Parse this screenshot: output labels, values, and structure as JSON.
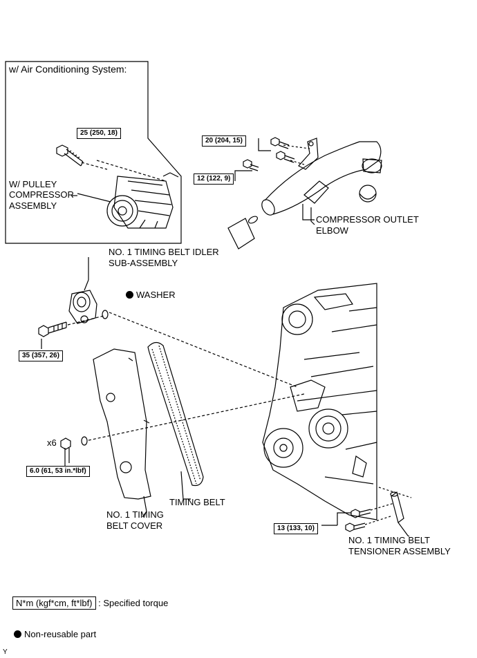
{
  "inset": {
    "title": "w/ Air Conditioning System:"
  },
  "torques": {
    "compressor_bolt": "25 (250, 18)",
    "outlet_bolt_a": "20 (204, 15)",
    "outlet_bolt_b": "12 (122, 9)",
    "idler_bolt": "35 (357, 26)",
    "cover_bolt": "6.0 (61, 53 in.*lbf)",
    "tensioner_bolt": "13 (133, 10)"
  },
  "labels": {
    "compressor_line1": "W/ PULLEY",
    "compressor_line2": "COMPRESSOR",
    "compressor_line3": "ASSEMBLY",
    "outlet_line1": "COMPRESSOR OUTLET",
    "outlet_line2": "ELBOW",
    "idler_line1": "NO. 1 TIMING BELT IDLER",
    "idler_line2": "SUB-ASSEMBLY",
    "washer": "WASHER",
    "qty": "x6",
    "timing_belt": "TIMING BELT",
    "cover_line1": "NO. 1 TIMING",
    "cover_line2": "BELT COVER",
    "tensioner_line1": "NO. 1 TIMING BELT",
    "tensioner_line2": "TENSIONER ASSEMBLY"
  },
  "legend": {
    "torque_box": "N*m (kgf*cm, ft*lbf)",
    "torque_text": ": Specified torque",
    "nonreusable_text": "Non-reusable part"
  },
  "corner_mark": "Y"
}
